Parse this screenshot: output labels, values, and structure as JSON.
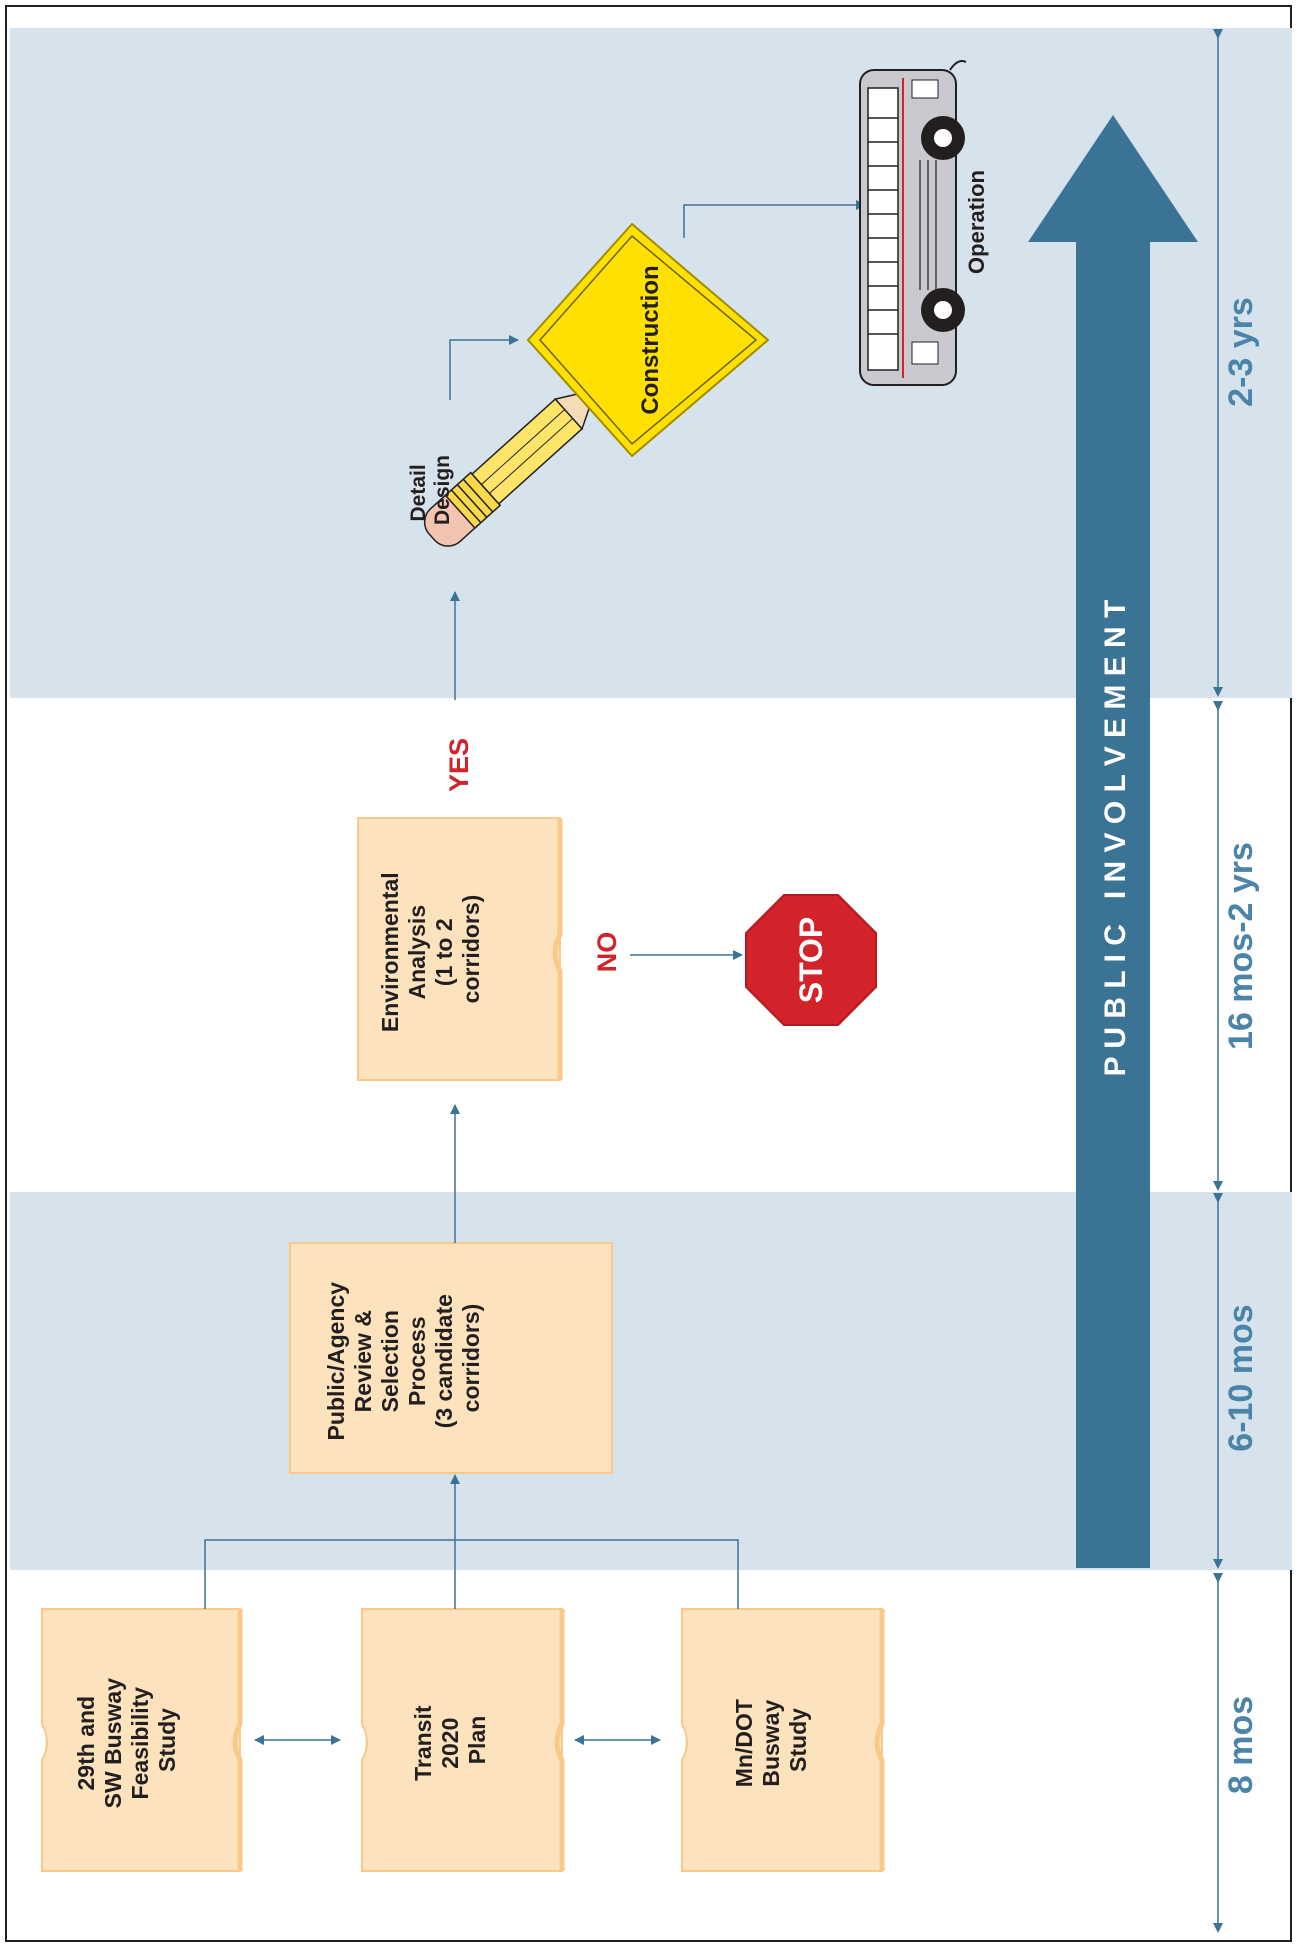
{
  "phases": [
    {
      "duration": "8 mos"
    },
    {
      "duration": "6-10 mos"
    },
    {
      "duration": "16 mos-2 yrs"
    },
    {
      "duration": "2-3 yrs"
    }
  ],
  "studies": [
    {
      "lines": [
        "29th and",
        "SW Busway",
        "Feasibility",
        "Study"
      ]
    },
    {
      "lines": [
        "Transit",
        "2020",
        "Plan"
      ]
    },
    {
      "lines": [
        "Mn/DOT",
        "Busway",
        "Study"
      ]
    }
  ],
  "review_box": {
    "lines": [
      "Public/Agency",
      "Review &",
      "Selection",
      "Process",
      "",
      "(3 candidate",
      "corridors)"
    ]
  },
  "env_box": {
    "lines": [
      "Environmental",
      "Analysis",
      "",
      "(1 to 2",
      "corridors)"
    ]
  },
  "decision": {
    "yes": "YES",
    "no": "NO",
    "stop": "STOP"
  },
  "detail_design": {
    "lines": [
      "Detail",
      "Design"
    ]
  },
  "construction": {
    "label": "Construction"
  },
  "operation": {
    "label": "Operation"
  },
  "public_involvement": {
    "label": "P U B L I C   I N V O L V E M E N T"
  },
  "colors": {
    "band": "#d7e3ec",
    "box_fill": "#fde3bd",
    "box_edge": "#f8c98a",
    "arrow": "#3b7394",
    "accent_red": "#d2232a",
    "sign_yellow": "#ffe000",
    "duration_text": "#4a84a8"
  }
}
